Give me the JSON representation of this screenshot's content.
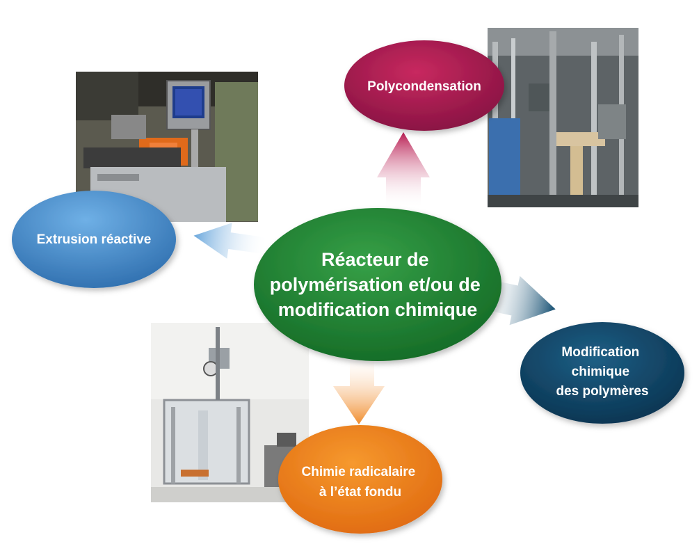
{
  "center": {
    "lines": [
      "Réacteur de",
      "polymérisation et/ou de",
      "modification chimique"
    ],
    "color": "#1f7a2e"
  },
  "nodes": {
    "polycondensation": {
      "lines": [
        "Polycondensation"
      ],
      "color": "#a8194e"
    },
    "extrusion": {
      "lines": [
        "Extrusion réactive"
      ],
      "color": "#3f86c8"
    },
    "modification": {
      "lines": [
        "Modification",
        "chimique",
        "des polymères"
      ],
      "color": "#0f4566"
    },
    "radicalaire": {
      "lines": [
        "Chimie radicalaire",
        "à l’état fondu"
      ],
      "color": "#ee7f1b"
    }
  },
  "photos": {
    "extruder": "extruder-machine-photo",
    "reactor_rig": "reactor-piping-photo",
    "glass_reactor": "glass-enclosure-reactor-photo"
  }
}
